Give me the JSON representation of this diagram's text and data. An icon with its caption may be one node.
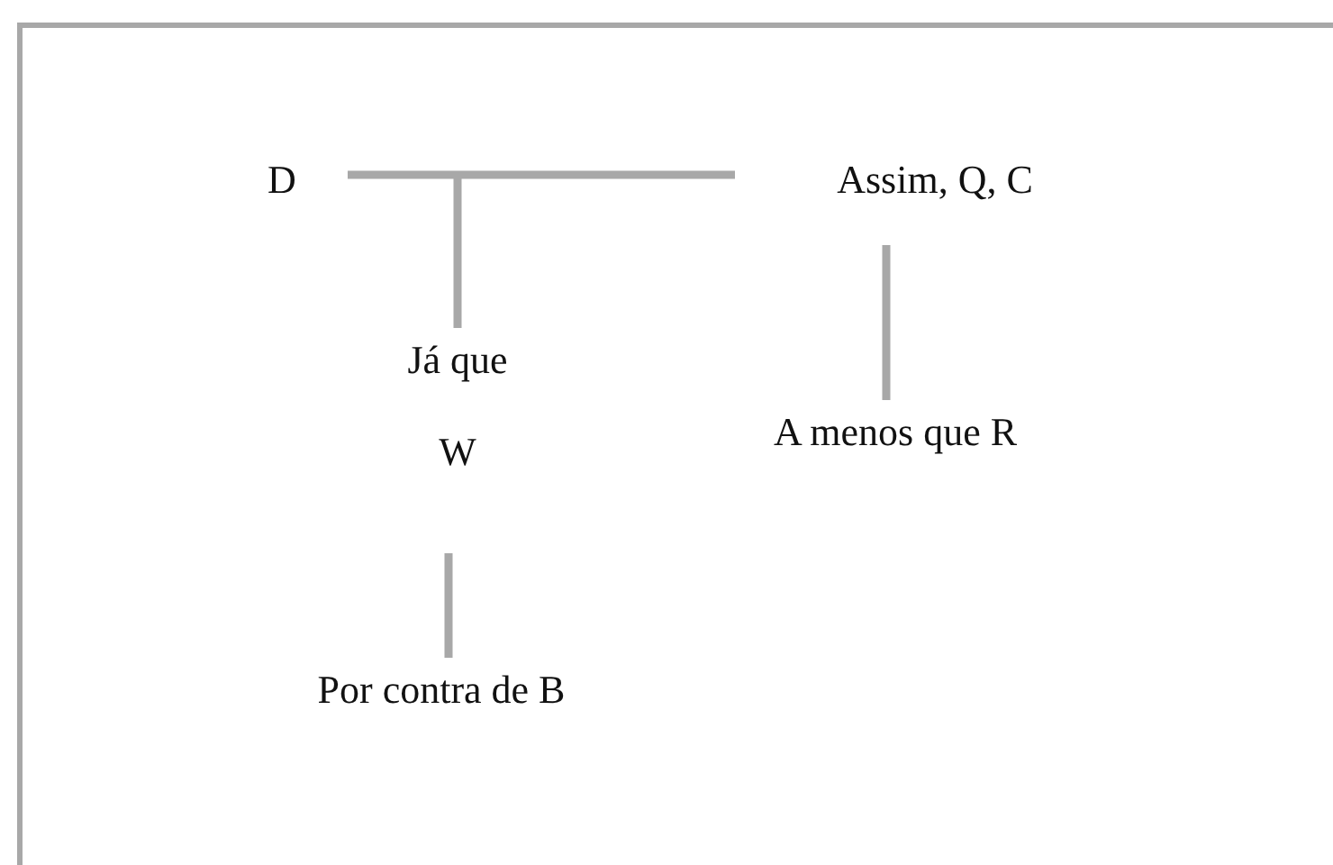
{
  "diagram": {
    "nodes": [
      {
        "text": [
          "D"
        ]
      },
      {
        "text": [
          "Assim, Q, C"
        ]
      },
      {
        "text": [
          "Já que",
          "W"
        ]
      },
      {
        "text": [
          "A menos que R"
        ]
      },
      {
        "text": [
          "Por contra de B"
        ]
      }
    ],
    "edges": [
      {
        "from": 0,
        "to": 1,
        "arrow": "none"
      },
      {
        "from": null,
        "to": 2,
        "arrow": "none"
      },
      {
        "from": 1,
        "to": 3,
        "arrow": "none"
      },
      {
        "from": 2,
        "to": 4,
        "arrow": "none"
      }
    ]
  }
}
